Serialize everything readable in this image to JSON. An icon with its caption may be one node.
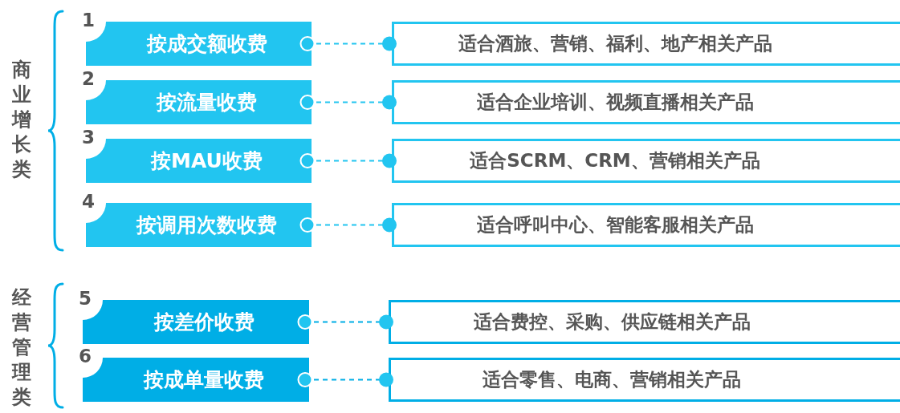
{
  "diagram": {
    "nodes": [
      {
        "text": [
          "按成交额收费"
        ],
        "beside": [
          "1"
        ]
      },
      {
        "text": [
          "适合酒旅、营销、福利、地产相关产品"
        ]
      },
      {
        "text": [
          "按流量收费"
        ],
        "beside": [
          "2"
        ]
      },
      {
        "text": [
          "适合企业培训、视频直播相关产品"
        ]
      },
      {
        "text": [
          "按MAU收费"
        ],
        "beside": [
          "3"
        ]
      },
      {
        "text": [
          "适合SCRM、CRM、营销相关产品"
        ]
      },
      {
        "text": [
          "按调用次数收费"
        ],
        "beside": [
          "4"
        ]
      },
      {
        "text": [
          "适合呼叫中心、智能客服相关产品"
        ]
      },
      {
        "text": [
          "按差价收费"
        ],
        "beside": [
          "5"
        ]
      },
      {
        "text": [
          "适合费控、采购、供应链相关产品"
        ]
      },
      {
        "text": [
          "按成单量收费"
        ],
        "beside": [
          "6"
        ]
      },
      {
        "text": [
          "适合零售、电商、营销相关产品"
        ]
      }
    ],
    "edges": [
      {
        "from": 0,
        "to": 1,
        "arrow": "other",
        "style": "dashed"
      },
      {
        "from": 2,
        "to": 3,
        "arrow": "other",
        "style": "dashed"
      },
      {
        "from": 4,
        "to": 5,
        "arrow": "other",
        "style": "dashed"
      },
      {
        "from": 6,
        "to": 7,
        "arrow": "other",
        "style": "dashed"
      },
      {
        "from": 8,
        "to": 9,
        "arrow": "other",
        "style": "dashed"
      },
      {
        "from": 10,
        "to": 11,
        "arrow": "other",
        "style": "dashed"
      }
    ],
    "labels": [
      "商业增长类",
      "经营管理类"
    ]
  }
}
